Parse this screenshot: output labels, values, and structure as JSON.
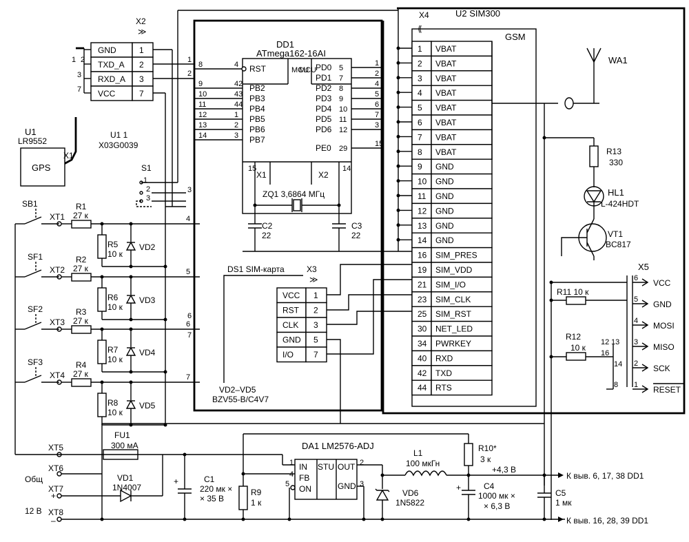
{
  "u2": {
    "title": "U2  SIM300",
    "sub": "GSM",
    "conn": "X4",
    "pins": [
      {
        "n": "1",
        "l": "VBAT"
      },
      {
        "n": "2",
        "l": "VBAT"
      },
      {
        "n": "3",
        "l": "VBAT"
      },
      {
        "n": "4",
        "l": "VBAT"
      },
      {
        "n": "5",
        "l": "VBAT"
      },
      {
        "n": "6",
        "l": "VBAT"
      },
      {
        "n": "7",
        "l": "VBAT"
      },
      {
        "n": "8",
        "l": "VBAT"
      },
      {
        "n": "9",
        "l": "GND"
      },
      {
        "n": "10",
        "l": "GND"
      },
      {
        "n": "11",
        "l": "GND"
      },
      {
        "n": "12",
        "l": "GND"
      },
      {
        "n": "13",
        "l": "GND"
      },
      {
        "n": "14",
        "l": "GND"
      },
      {
        "n": "16",
        "l": "SIM_PRES"
      },
      {
        "n": "19",
        "l": "SIM_VDD"
      },
      {
        "n": "21",
        "l": "SIM_I/O"
      },
      {
        "n": "23",
        "l": "SIM_CLK"
      },
      {
        "n": "25",
        "l": "SIM_RST"
      },
      {
        "n": "30",
        "l": "NET_LED"
      },
      {
        "n": "34",
        "l": "PWRKEY"
      },
      {
        "n": "40",
        "l": "RXD"
      },
      {
        "n": "42",
        "l": "TXD"
      },
      {
        "n": "44",
        "l": "RTS"
      }
    ]
  },
  "dd1": {
    "title": "DD1",
    "part": "ATmega162-16AI",
    "mcu": "MCU",
    "left": [
      {
        "n": "4",
        "l": "RST",
        "w": "8"
      },
      {
        "n": "42",
        "l": "PB2",
        "w": "9"
      },
      {
        "n": "43",
        "l": "PB3",
        "w": "10"
      },
      {
        "n": "44",
        "l": "PB4",
        "w": "11"
      },
      {
        "n": "1",
        "l": "PB5",
        "w": "12"
      },
      {
        "n": "2",
        "l": "PB6",
        "w": "13"
      },
      {
        "n": "3",
        "l": "PB7",
        "w": "14"
      }
    ],
    "right": [
      {
        "n": "5",
        "l": "PD0",
        "w": "1"
      },
      {
        "n": "7",
        "l": "PD1",
        "w": "2"
      },
      {
        "n": "8",
        "l": "PD2",
        "w": "4"
      },
      {
        "n": "9",
        "l": "PD3",
        "w": "5"
      },
      {
        "n": "10",
        "l": "PD4",
        "w": "6"
      },
      {
        "n": "11",
        "l": "PD5",
        "w": "7"
      },
      {
        "n": "12",
        "l": "PD6",
        "w": "3"
      },
      {
        "n": "29",
        "l": "PE0",
        "w": "15"
      }
    ],
    "x1": "X1",
    "x2": "X2",
    "x1pin": "15",
    "x2pin": "14"
  },
  "x2": {
    "label": "X2",
    "pins": [
      {
        "l": "GND",
        "n": "1"
      },
      {
        "l": "TXD_A",
        "n": "2"
      },
      {
        "l": "RXD_A",
        "n": "3"
      },
      {
        "l": "VCC",
        "n": "7"
      }
    ],
    "sideA": "1",
    "sideB": "2",
    "sideC": "3",
    "sideD": "7",
    "w1": "1",
    "w2": "2"
  },
  "u1": {
    "name": "U1",
    "part": "LR9552",
    "box": "GPS",
    "conn": "X1",
    "cable": "U1 1",
    "cable_part": "X03G0039"
  },
  "x3": {
    "title": "DS1  SIM-карта",
    "conn": "X3",
    "pins": [
      {
        "l": "VCC",
        "n": "1"
      },
      {
        "l": "RST",
        "n": "2"
      },
      {
        "l": "CLK",
        "n": "3"
      },
      {
        "l": "GND",
        "n": "5"
      },
      {
        "l": "I/O",
        "n": "7"
      }
    ]
  },
  "x5": {
    "conn": "X5",
    "pins": [
      {
        "n": "6",
        "l": "VCC"
      },
      {
        "n": "5",
        "l": "GND"
      },
      {
        "n": "4",
        "l": "MOSI"
      },
      {
        "n": "3",
        "l": "MISO"
      },
      {
        "n": "2",
        "l": "SCK"
      },
      {
        "n": "1",
        "l": "RESET"
      }
    ],
    "w12": "12",
    "w13": "13",
    "w16": "16",
    "w14": "14",
    "w8": "8"
  },
  "parts": {
    "zq1": "ZQ1  3,6864 МГц",
    "c2": "C2",
    "c2v": "22",
    "c3": "C3",
    "c3v": "22",
    "r1": "R1",
    "r1v": "27 к",
    "r2": "R2",
    "r2v": "27 к",
    "r3": "R3",
    "r3v": "27 к",
    "r4": "R4",
    "r4v": "27 к",
    "r5": "R5",
    "r5v": "10 к",
    "r6": "R6",
    "r6v": "10 к",
    "r7": "R7",
    "r7v": "10 к",
    "r8": "R8",
    "r8v": "10 к",
    "vd2": "VD2",
    "vd3": "VD3",
    "vd4": "VD4",
    "vd5": "VD5",
    "vdnote1": "VD2–VD5",
    "vdnote2": "BZV55-B/C4V7",
    "sb1": "SB1",
    "sf1": "SF1",
    "sf2": "SF2",
    "sf3": "SF3",
    "s1": "S1",
    "xt1": "XT1",
    "xt2": "XT2",
    "xt3": "XT3",
    "xt4": "XT4",
    "xt5": "XT5",
    "xt6": "XT6",
    "xt7": "XT7",
    "xt8": "XT8",
    "w4": "4",
    "w5": "5",
    "w6": "6",
    "w7": "7",
    "w3": "3",
    "s1p1": "1",
    "s1p2": "2",
    "s1p3": "3",
    "wa1": "WA1",
    "r13": "R13",
    "r13v": "330",
    "hl1": "HL1",
    "hl1v": "L-424HDT",
    "vt1": "VT1",
    "vt1v": "BC817",
    "r11": "R11  10 к",
    "r12": "R12",
    "r12v": "10 к",
    "fu1": "FU1",
    "fu1v": "300 мА",
    "vd1": "VD1",
    "vd1v": "1N4007",
    "obsh": "Общ",
    "v12": "12 В",
    "plus": "+",
    "minus": "–",
    "c1": "C1",
    "c1v": "220 мк ×",
    "c1v2": "× 35 В",
    "r9": "R9",
    "r9v": "1 к",
    "da1": "DA1  LM2576-ADJ",
    "in": "IN",
    "fb": "FB",
    "on": "ON",
    "stu": "STU",
    "out": "OUT",
    "gnd": "GND",
    "p1": "1",
    "p4": "4",
    "p5": "5",
    "p2": "2",
    "p3": "3",
    "vd6": "VD6",
    "vd6v": "1N5822",
    "l1": "L1",
    "l1v": "100 мкГн",
    "r10": "R10*",
    "r10v": "3 к",
    "c4": "C4",
    "c4v": "1000 мк ×",
    "c4v2": "× 6,3 В",
    "c5": "C5",
    "c5v": "1 мк",
    "v43": "+4,3 В",
    "to1": "К выв. 6, 17, 38 DD1",
    "to2": "К выв. 16, 28, 39 DD1",
    "wire15": "15",
    "wire16": "16",
    "wire10": "10",
    "wire9": "9",
    "wire11": "11"
  }
}
